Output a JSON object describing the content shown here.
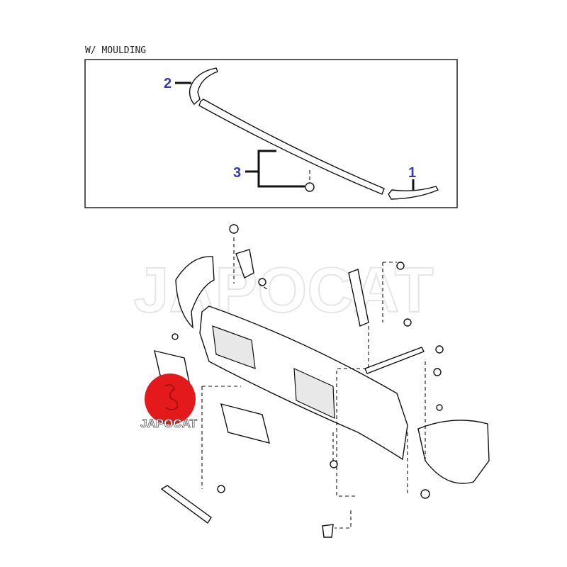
{
  "inset": {
    "title": "W/ MOULDING",
    "callouts": [
      {
        "number": "1"
      },
      {
        "number": "2"
      },
      {
        "number": "3"
      }
    ]
  },
  "watermark": "JAPOCAT",
  "logo": {
    "text": "JAPOCAT",
    "color": "#e3191c"
  },
  "colors": {
    "callout": "#3a3aa8",
    "line": "#111111"
  }
}
